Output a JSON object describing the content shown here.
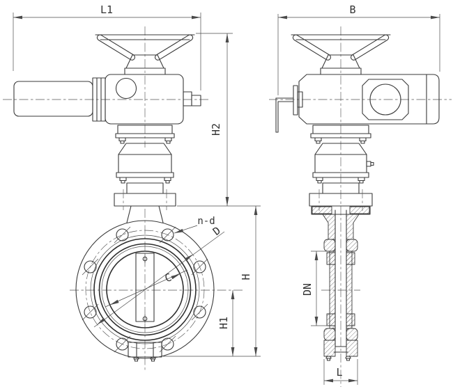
{
  "drawing": {
    "background": "#ffffff",
    "line_color": "#3a3a3a",
    "views": {
      "front": {
        "dimensions": {
          "overall_width": "L1",
          "height_to_handwheel": "H2",
          "bolt_pattern": "n-d",
          "bolt_circle_diameter": "D",
          "bore_diameter": "C",
          "flange_to_bottom_height": "H",
          "center_to_bottom_height": "H1"
        }
      },
      "side": {
        "dimensions": {
          "overall_depth": "B",
          "nominal_diameter": "DN",
          "face_to_face": "L"
        }
      }
    }
  }
}
